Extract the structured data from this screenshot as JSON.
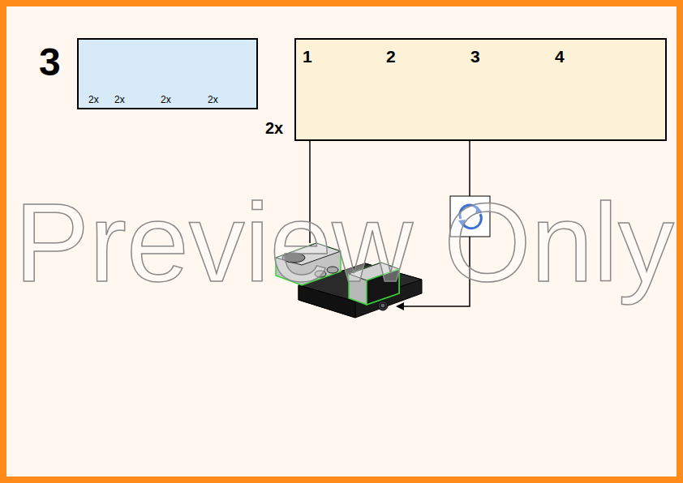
{
  "diagram": {
    "nodes": [
      {
        "text": [
          "2x",
          "2x",
          "2x",
          "2x"
        ]
      },
      {
        "text": [
          "1",
          "2",
          "3",
          "4"
        ]
      }
    ],
    "labels": [
      "3",
      "2x",
      "Preview Only"
    ]
  }
}
